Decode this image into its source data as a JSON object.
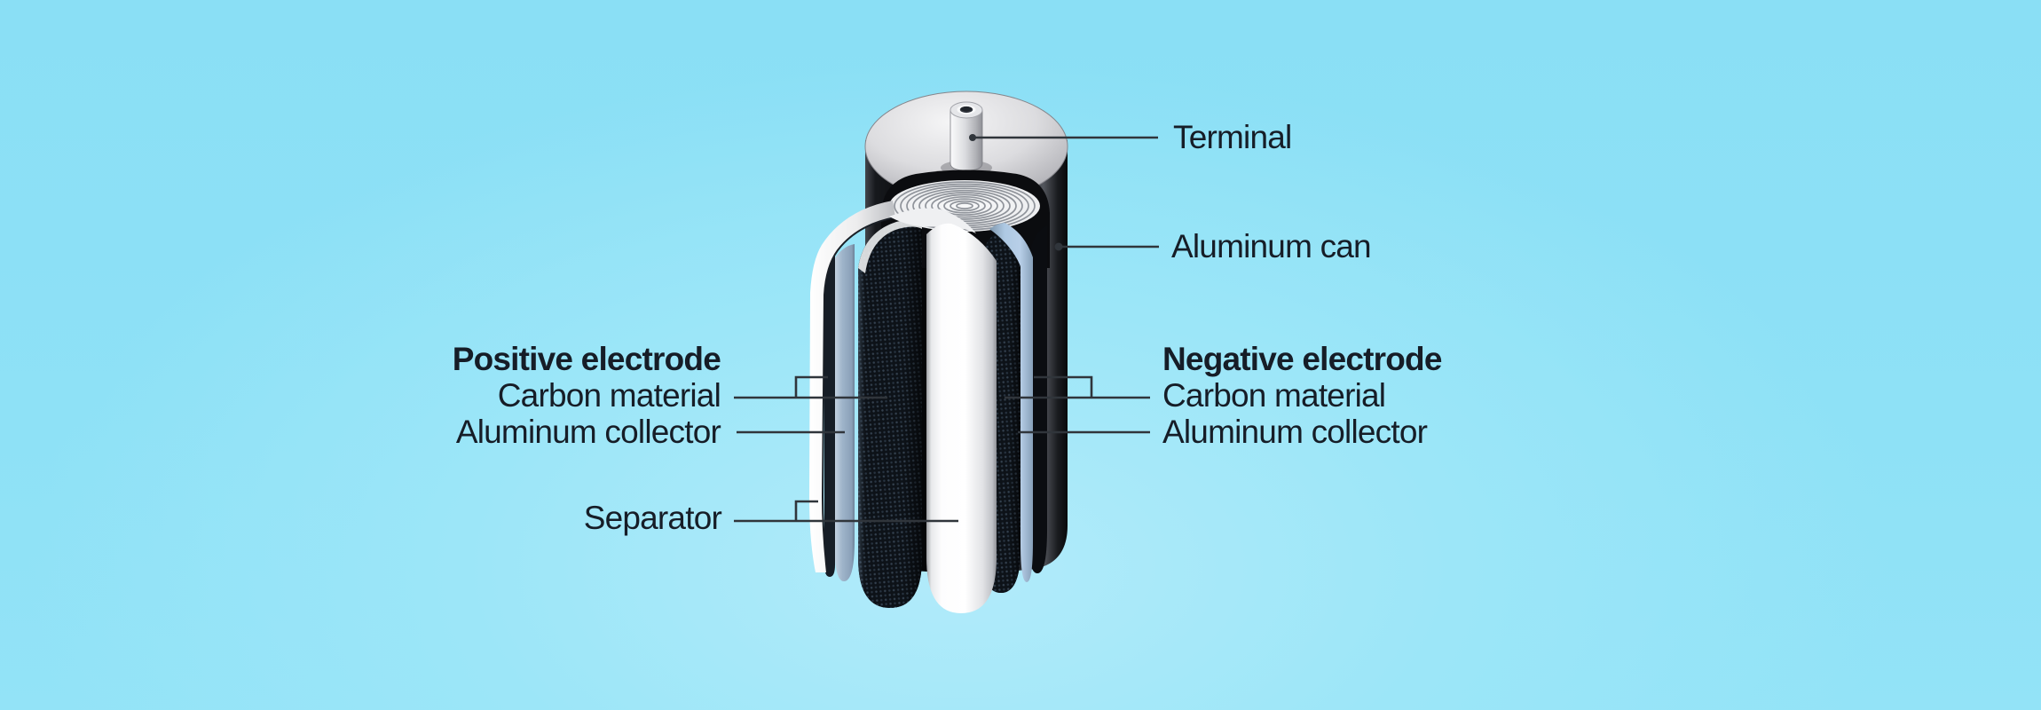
{
  "labels": {
    "terminal": "Terminal",
    "aluminum_can": "Aluminum can",
    "positive": {
      "heading": "Positive electrode",
      "line1": "Carbon material",
      "line2": "Aluminum collector"
    },
    "separator": "Separator",
    "negative": {
      "heading": "Negative electrode",
      "line1": "Carbon material",
      "line2": "Aluminum collector"
    }
  },
  "colors": {
    "label_text": "#161d27",
    "leader_line": "#30353b",
    "background_base": "#8adff5",
    "background_glow": "#b2ebfa",
    "can_black": "#0a0b0e",
    "lid_silver": "#d9d9dc",
    "collector_blue_left": "#9fb4ca",
    "collector_blue_right": "#aec9e3",
    "carbon_dark": "#0e1319",
    "separator_white": "#ffffff",
    "roll_top_white": "#f3f4f6"
  }
}
